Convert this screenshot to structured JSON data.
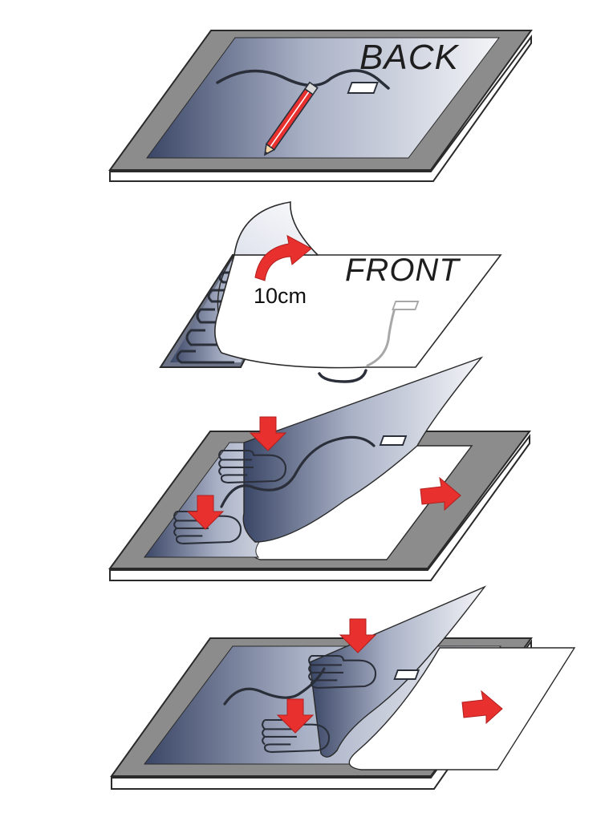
{
  "labels": {
    "back": "BACK",
    "front": "FRONT",
    "measure": "10cm"
  },
  "colors": {
    "tray": "#8c8c8c",
    "tray_edge": "#2a2a2a",
    "base_white": "#ffffff",
    "film_dark": "#3a4666",
    "film_light": "#f4f5f8",
    "arrow_red": "#e8312f",
    "line_dark": "#2b2f3a",
    "line_gray": "#a8a8a8"
  },
  "icons": {
    "pencil": "pencil-icon",
    "curl_arrow": "curved-arrow-icon",
    "press": "arrow-down-icon",
    "pull": "arrow-right-icon",
    "hand": "hand-icon"
  }
}
